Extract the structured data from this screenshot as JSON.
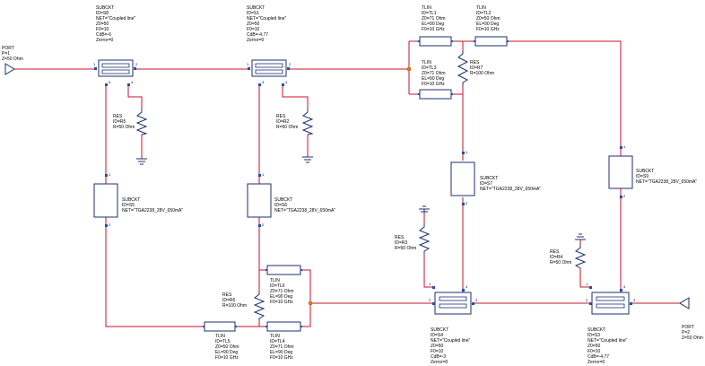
{
  "ports": {
    "p1": [
      "PORT",
      "P=1",
      "Z=50 Ohm"
    ],
    "p2": [
      "PORT",
      "P=2",
      "Z=50 Ohm"
    ]
  },
  "subckt": {
    "s8": [
      "SUBCKT",
      "ID=S8",
      "NET=\"Coupled line\"",
      "Z0=50",
      "F0=10",
      "CdB=-6",
      "Zerror=0"
    ],
    "s1": [
      "SUBCKT",
      "ID=S1",
      "NET=\"Coupled line\"",
      "Z0=50",
      "F0=10",
      "CdB=-4.77",
      "Zerror=0"
    ],
    "s5": [
      "SUBCKT",
      "ID=S5",
      "NET=\"TGA2238_28V_650mA\""
    ],
    "s6": [
      "SUBCKT",
      "ID=S6",
      "NET=\"TGA2238_28V_650mA\""
    ],
    "s7": [
      "SUBCKT",
      "ID=S7",
      "NET=\"TGA2238_28V_650mA\""
    ],
    "s9": [
      "SUBCKT",
      "ID=S9",
      "NET=\"TGA2238_28V_650mA\""
    ],
    "s4": [
      "SUBCKT",
      "ID=S4",
      "NET=\"Coupled line\"",
      "Z0=50",
      "F0=10",
      "CdB=-3",
      "Zerror=0"
    ],
    "s3": [
      "SUBCKT",
      "ID=S3",
      "NET=\"Coupled line\"",
      "Z0=50",
      "F0=10",
      "CdB=-4.77",
      "Zerror=0"
    ]
  },
  "tlin": {
    "tl1": [
      "TLIN",
      "ID=TL1",
      "Z0=71 Ohm",
      "EL=90 Deg",
      "F0=10 GHz"
    ],
    "tl2": [
      "TLIN",
      "ID=TL2",
      "Z0=50 Ohm",
      "EL=90 Deg",
      "F0=10 GHz"
    ],
    "tl3": [
      "TLIN",
      "ID=TL3",
      "Z0=71 Ohm",
      "EL=90 Deg",
      "F0=10 GHz"
    ],
    "tl6": [
      "TLIN",
      "ID=TL6",
      "Z0=71 Ohm",
      "EL=90 Deg",
      "F0=10 GHz"
    ],
    "tl5": [
      "TLIN",
      "ID=TL5",
      "Z0=50 Ohm",
      "EL=90 Deg",
      "F0=10 GHz"
    ],
    "tl4": [
      "TLIN",
      "ID=TL4",
      "Z0=71 Ohm",
      "EL=90 Deg",
      "F0=10 GHz"
    ]
  },
  "res": {
    "r5": [
      "RES",
      "ID=R5",
      "R=50 Ohm"
    ],
    "r2": [
      "RES",
      "ID=R2",
      "R=50 Ohm"
    ],
    "r7": [
      "RES",
      "ID=R7",
      "R=100 Ohm"
    ],
    "r3": [
      "RES",
      "ID=R3",
      "R=50 Ohm"
    ],
    "r4": [
      "RES",
      "ID=R4",
      "R=50 Ohm"
    ],
    "r6": [
      "RES",
      "ID=R6",
      "R=100 Ohm"
    ]
  },
  "pin_numbers": {
    "s8": [
      "1",
      "2",
      "3",
      "4"
    ],
    "s1": [
      "1",
      "2",
      "3",
      "4"
    ],
    "s5": [
      "1",
      "2"
    ],
    "s6": [
      "1",
      "2"
    ],
    "s7": [
      "1",
      "2"
    ],
    "s9": [
      "1",
      "2"
    ],
    "s4": [
      "1",
      "2",
      "3",
      "4"
    ],
    "s3": [
      "1",
      "2",
      "3",
      "4"
    ]
  },
  "colors": {
    "wire": "#c8102e",
    "component": "#1f2f6f",
    "pin": "#1f4fb4",
    "junction": "#e08a00"
  }
}
